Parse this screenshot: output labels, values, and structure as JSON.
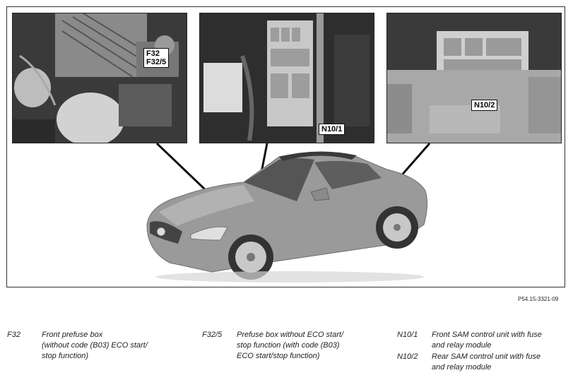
{
  "figure": {
    "reference_code": "P54.15-3321-09"
  },
  "callouts": {
    "photo_left_line1": "F32",
    "photo_left_line2": "F32/5",
    "photo_mid": "N10/1",
    "photo_right": "N10/2"
  },
  "legend": [
    {
      "code": "F32",
      "lines": [
        "Front prefuse box",
        "(without code (B03) ECO start/",
        "stop function)"
      ]
    },
    {
      "code": "F32/5",
      "lines": [
        "Prefuse box without ECO start/",
        "stop function (with code (B03)",
        "ECO start/stop function)"
      ]
    },
    {
      "code": "N10/1",
      "lines": [
        "Front SAM control unit with fuse",
        "and relay module"
      ]
    },
    {
      "code": "N10/2",
      "lines": [
        "Rear SAM control unit with fuse",
        "and relay module"
      ]
    }
  ]
}
